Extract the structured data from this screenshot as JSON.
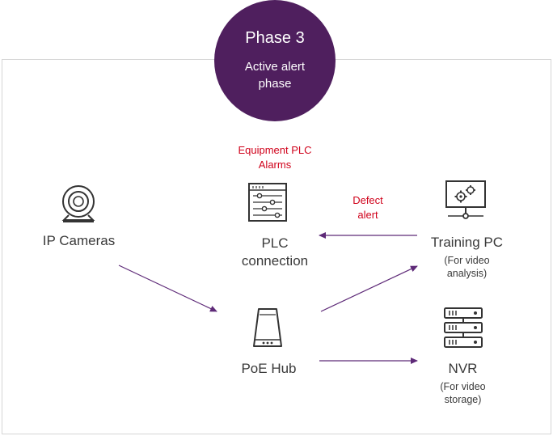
{
  "phase": {
    "title": "Phase 3",
    "subtitle": "Active alert phase"
  },
  "nodes": {
    "ip_cameras": {
      "label": "IP Cameras",
      "icon": "webcam-icon"
    },
    "plc": {
      "annotation": "Equipment PLC Alarms",
      "label": "PLC connection",
      "icon": "control-panel-icon"
    },
    "poe_hub": {
      "label": "PoE Hub",
      "icon": "network-hub-icon"
    },
    "training_pc": {
      "label": "Training PC",
      "sublabel": "(For video analysis)",
      "icon": "monitor-gears-icon"
    },
    "nvr": {
      "label": "NVR",
      "sublabel": "(For video storage)",
      "icon": "server-rack-icon"
    }
  },
  "edges": {
    "defect_alert": {
      "label": "Defect alert"
    }
  },
  "colors": {
    "phase_circle": "#4f1f5e",
    "arrow": "#5e2a78",
    "alert_text": "#d0021b",
    "icon_stroke": "#333333"
  }
}
